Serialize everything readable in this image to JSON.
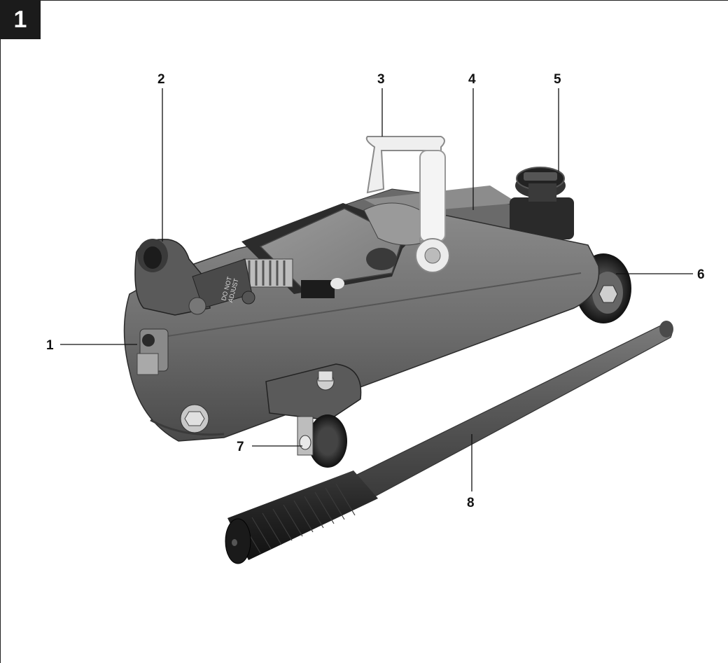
{
  "figure": {
    "number": "1"
  },
  "product_label": {
    "line1": "DO NOT",
    "line2": "ADJUST"
  },
  "callouts": [
    {
      "id": "c1",
      "label": "1"
    },
    {
      "id": "c2",
      "label": "2"
    },
    {
      "id": "c3",
      "label": "3"
    },
    {
      "id": "c4",
      "label": "4"
    },
    {
      "id": "c5",
      "label": "5"
    },
    {
      "id": "c6",
      "label": "6"
    },
    {
      "id": "c7",
      "label": "7"
    },
    {
      "id": "c8",
      "label": "8"
    }
  ]
}
